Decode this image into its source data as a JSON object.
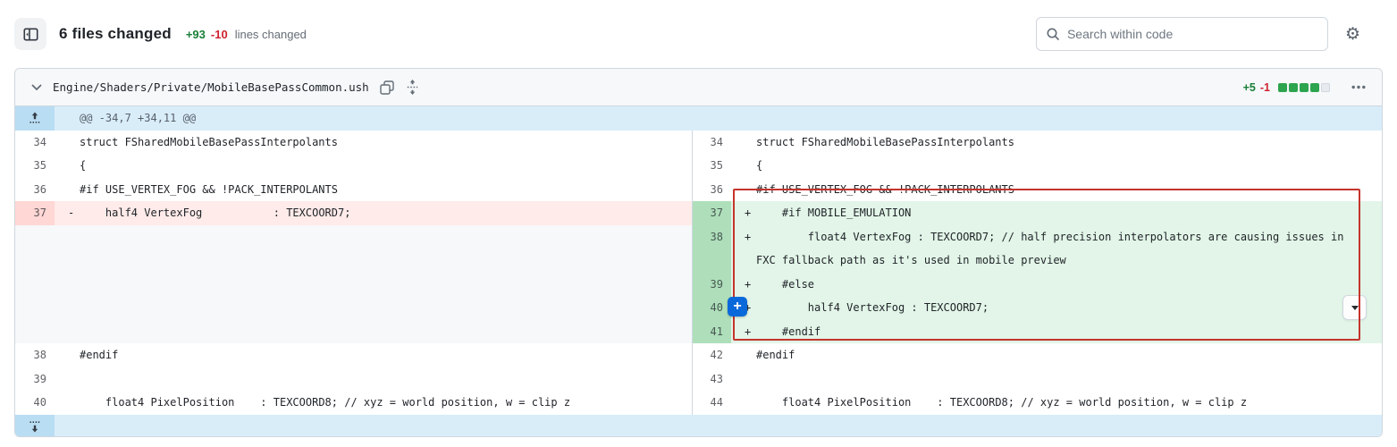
{
  "header": {
    "title": "6 files changed",
    "additions": "+93",
    "deletions": "-10",
    "suffix": "lines changed",
    "search_placeholder": "Search within code"
  },
  "file": {
    "path": "Engine/Shaders/Private/MobileBasePassCommon.ush",
    "additions": "+5",
    "deletions": "-1",
    "diffstat": [
      "added",
      "added",
      "added",
      "added",
      "neutral"
    ]
  },
  "hunk_header": "@@ -34,7 +34,11 @@",
  "colors": {
    "addition_text": "#1a7f37",
    "deletion_text": "#cf222e",
    "addition_line_bg": "#e2f5e8",
    "addition_gutter_bg": "#aedfba",
    "deletion_line_bg": "#ffebe9",
    "deletion_gutter_bg": "#ffd7d5",
    "annotation_red": "#c5342c",
    "accent_blue": "#0969da",
    "diffstat_green": "#2da44e"
  },
  "comment_button_label": "+",
  "diff": {
    "rows": [
      {
        "type": "hunk"
      },
      {
        "type": "code",
        "left": {
          "kind": "context",
          "num": "34",
          "marker": "",
          "segments": [
            "struct FSharedMobileBasePassInterpolants"
          ]
        },
        "right": {
          "kind": "context",
          "num": "34",
          "marker": "",
          "segments": [
            "struct FSharedMobileBasePassInterpolants"
          ]
        }
      },
      {
        "type": "code",
        "left": {
          "kind": "context",
          "num": "35",
          "marker": "",
          "segments": [
            "{"
          ]
        },
        "right": {
          "kind": "context",
          "num": "35",
          "marker": "",
          "segments": [
            "{"
          ]
        }
      },
      {
        "type": "code",
        "left": {
          "kind": "context",
          "num": "36",
          "marker": "",
          "segments": [
            "#if USE_VERTEX_FOG && !PACK_INTERPOLANTS"
          ]
        },
        "right": {
          "kind": "context",
          "num": "36",
          "marker": "",
          "segments": [
            "#if USE_VERTEX_FOG && !PACK_INTERPOLANTS"
          ]
        }
      },
      {
        "type": "code",
        "left": {
          "kind": "deletion",
          "num": "37",
          "marker": "-",
          "segments": [
            "    half4 VertexFog           : TEXCOORD7;"
          ]
        },
        "right": {
          "kind": "addition",
          "num": "37",
          "marker": "+",
          "segments": [
            "    #if MOBILE_EMULATION"
          ]
        }
      },
      {
        "type": "code",
        "left": {
          "kind": "empty"
        },
        "right": {
          "kind": "addition",
          "num": "38",
          "marker": "+",
          "segments": [
            "        float4 VertexFog : TEXCOORD7; // half precision interpolators are causing issues in",
            "FXC fallback path as it's used in mobile preview"
          ]
        }
      },
      {
        "type": "code",
        "left": {
          "kind": "empty"
        },
        "right": {
          "kind": "addition",
          "num": "39",
          "marker": "+",
          "segments": [
            "    #else"
          ]
        }
      },
      {
        "type": "code",
        "left": {
          "kind": "empty"
        },
        "right": {
          "kind": "addition",
          "num": "40",
          "marker": "+",
          "segments": [
            "        half4 VertexFog : TEXCOORD7;"
          ]
        }
      },
      {
        "type": "code",
        "left": {
          "kind": "empty"
        },
        "right": {
          "kind": "addition",
          "num": "41",
          "marker": "+",
          "segments": [
            "    #endif"
          ]
        }
      },
      {
        "type": "code",
        "left": {
          "kind": "context",
          "num": "38",
          "marker": "",
          "segments": [
            "#endif"
          ]
        },
        "right": {
          "kind": "context",
          "num": "42",
          "marker": "",
          "segments": [
            "#endif"
          ]
        }
      },
      {
        "type": "code",
        "left": {
          "kind": "context",
          "num": "39",
          "marker": "",
          "segments": [
            ""
          ]
        },
        "right": {
          "kind": "context",
          "num": "43",
          "marker": "",
          "segments": [
            ""
          ]
        }
      },
      {
        "type": "code",
        "left": {
          "kind": "context",
          "num": "40",
          "marker": "",
          "segments": [
            "    float4 PixelPosition    : TEXCOORD8; // xyz = world position, w = clip z"
          ]
        },
        "right": {
          "kind": "context",
          "num": "44",
          "marker": "",
          "segments": [
            "    float4 PixelPosition    : TEXCOORD8; // xyz = world position, w = clip z"
          ]
        }
      },
      {
        "type": "expand"
      }
    ]
  }
}
